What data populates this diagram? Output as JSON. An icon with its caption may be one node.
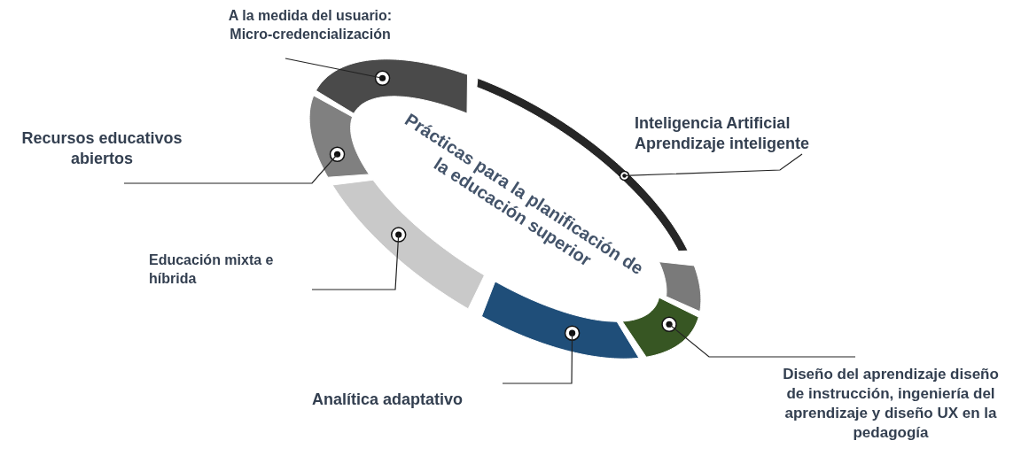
{
  "diagram": {
    "nodes": [
      {
        "text": [
          "Prácticas para la planificación de la educación superior"
        ]
      },
      {
        "text": [
          "A la medida del usuario: Micro-credencialización"
        ]
      },
      {
        "text": [],
        "shape": "bar"
      },
      {
        "text": [
          "Inteligencia Artificial Aprendizaje inteligente"
        ]
      },
      {
        "text": [],
        "shape": "bar"
      },
      {
        "text": [
          "Recursos educativos abiertos"
        ]
      },
      {
        "text": [],
        "shape": "bar"
      },
      {
        "text": [
          "Educación mixta e híbrida"
        ]
      },
      {
        "text": [],
        "shape": "bar"
      },
      {
        "text": [
          "Analítica adaptativo"
        ]
      },
      {
        "text": [],
        "shape": "bar"
      },
      {
        "text": [
          "Diseño del aprendizaje diseño de instrucción, ingeniería del aprendizaje y diseño UX en la pedagogía"
        ]
      },
      {
        "text": [],
        "shape": "bar"
      },
      {
        "text": [],
        "shape": "bar"
      }
    ],
    "edges": [
      {
        "from": 1,
        "to": 2,
        "arrow": "none"
      },
      {
        "from": 3,
        "to": 4,
        "arrow": "none"
      },
      {
        "from": 5,
        "to": 6,
        "arrow": "none"
      },
      {
        "from": 7,
        "to": 8,
        "arrow": "none"
      },
      {
        "from": 9,
        "to": 10,
        "arrow": "none"
      },
      {
        "from": 11,
        "to": 12,
        "arrow": "none"
      }
    ]
  }
}
